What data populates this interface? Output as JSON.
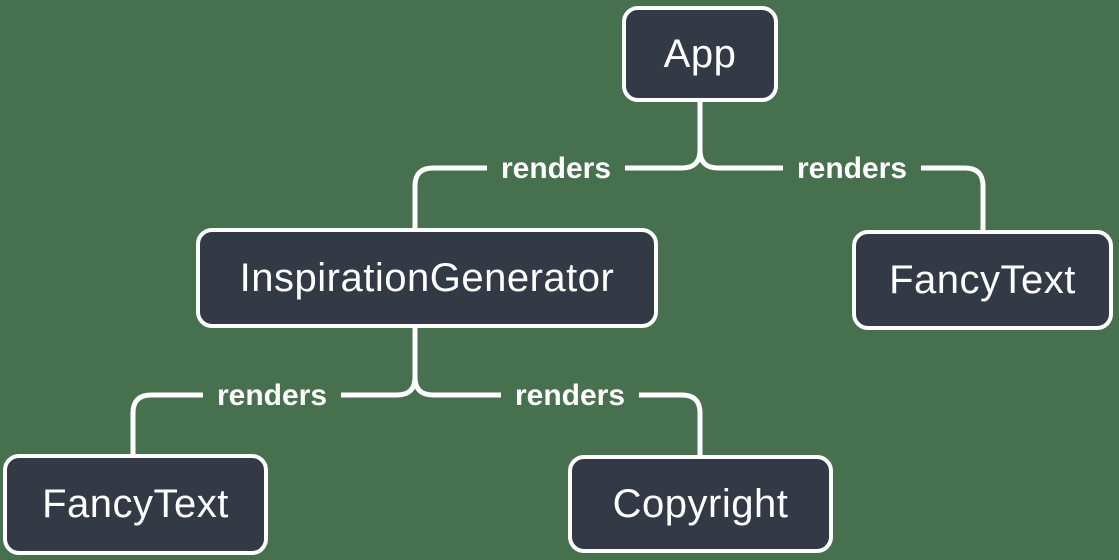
{
  "diagram": {
    "title": "component-render-tree",
    "colors": {
      "background": "#47704F",
      "node-fill": "#333A46",
      "line": "#FFFFFF",
      "text": "#FFFFFF"
    },
    "nodes": [
      {
        "id": "app",
        "label": "App"
      },
      {
        "id": "inspiration-generator",
        "label": "InspirationGenerator"
      },
      {
        "id": "fancy-text-top",
        "label": "FancyText"
      },
      {
        "id": "fancy-text-bottom",
        "label": "FancyText"
      },
      {
        "id": "copyright",
        "label": "Copyright"
      }
    ],
    "edges": [
      {
        "from": "App",
        "to": "InspirationGenerator",
        "label": "renders"
      },
      {
        "from": "App",
        "to": "FancyText",
        "label": "renders"
      },
      {
        "from": "InspirationGenerator",
        "to": "FancyText",
        "label": "renders"
      },
      {
        "from": "InspirationGenerator",
        "to": "Copyright",
        "label": "renders"
      }
    ]
  }
}
